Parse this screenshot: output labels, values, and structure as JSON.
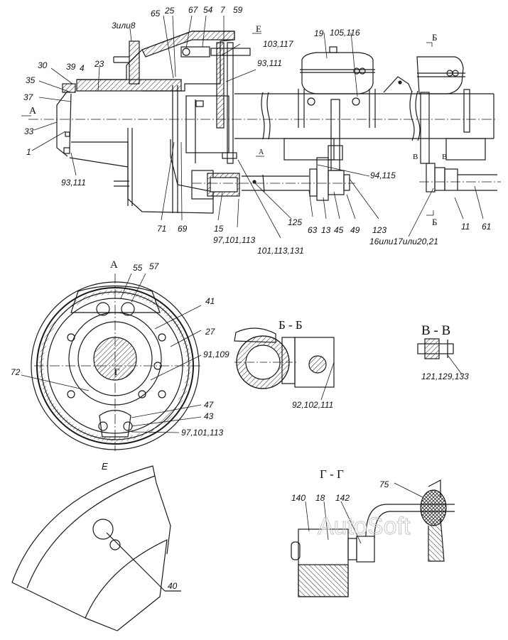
{
  "watermark": "AutoSoft",
  "main_view": {
    "view_marks": {
      "A_left": "A",
      "E_top": "E",
      "A_mid": "A",
      "B_top": "Б",
      "B_bottom": "Б",
      "V_left": "В",
      "V_right": "В"
    },
    "callouts": {
      "c3or8": "3или8",
      "c65": "65",
      "c25": "25",
      "c67": "67",
      "c54": "54",
      "c7": "7",
      "c59": "59",
      "c103_117": "103,117",
      "c93_111_top": "93,111",
      "c19": "19",
      "c105_116": "105,116",
      "c30": "30",
      "c39": "39",
      "c4": "4",
      "c23": "23",
      "c35": "35",
      "c37": "37",
      "c33": "33",
      "c1": "1",
      "c93_111_bot": "93,111",
      "c71": "71",
      "c69": "69",
      "c15": "15",
      "c97_101_113": "97,101,113",
      "c101_113_131": "101,113,131",
      "c125": "125",
      "c63": "63",
      "c13": "13",
      "c45": "45",
      "c49": "49",
      "c123": "123",
      "c94_115": "94,115",
      "c16_17_20_21": "16или17или20,21",
      "c11": "11",
      "c61": "61"
    }
  },
  "view_a": {
    "title": "A",
    "callouts": {
      "c55": "55",
      "c57": "57",
      "c41": "41",
      "c27": "27",
      "c91_109": "91,109",
      "c72": "72",
      "c47": "47",
      "c43": "43",
      "c97_101_113": "97,101,113",
      "g_mark": "Г"
    }
  },
  "section_bb": {
    "title": "Б - Б",
    "callouts": {
      "c92_102_111": "92,102,111"
    }
  },
  "section_vv": {
    "title": "В - В",
    "callouts": {
      "c121_129_133": "121,129,133"
    }
  },
  "view_e": {
    "title": "E",
    "callouts": {
      "c40": "40"
    }
  },
  "section_gg": {
    "title": "Г - Г",
    "callouts": {
      "c140": "140",
      "c18": "18",
      "c142": "142",
      "c75": "75"
    }
  }
}
